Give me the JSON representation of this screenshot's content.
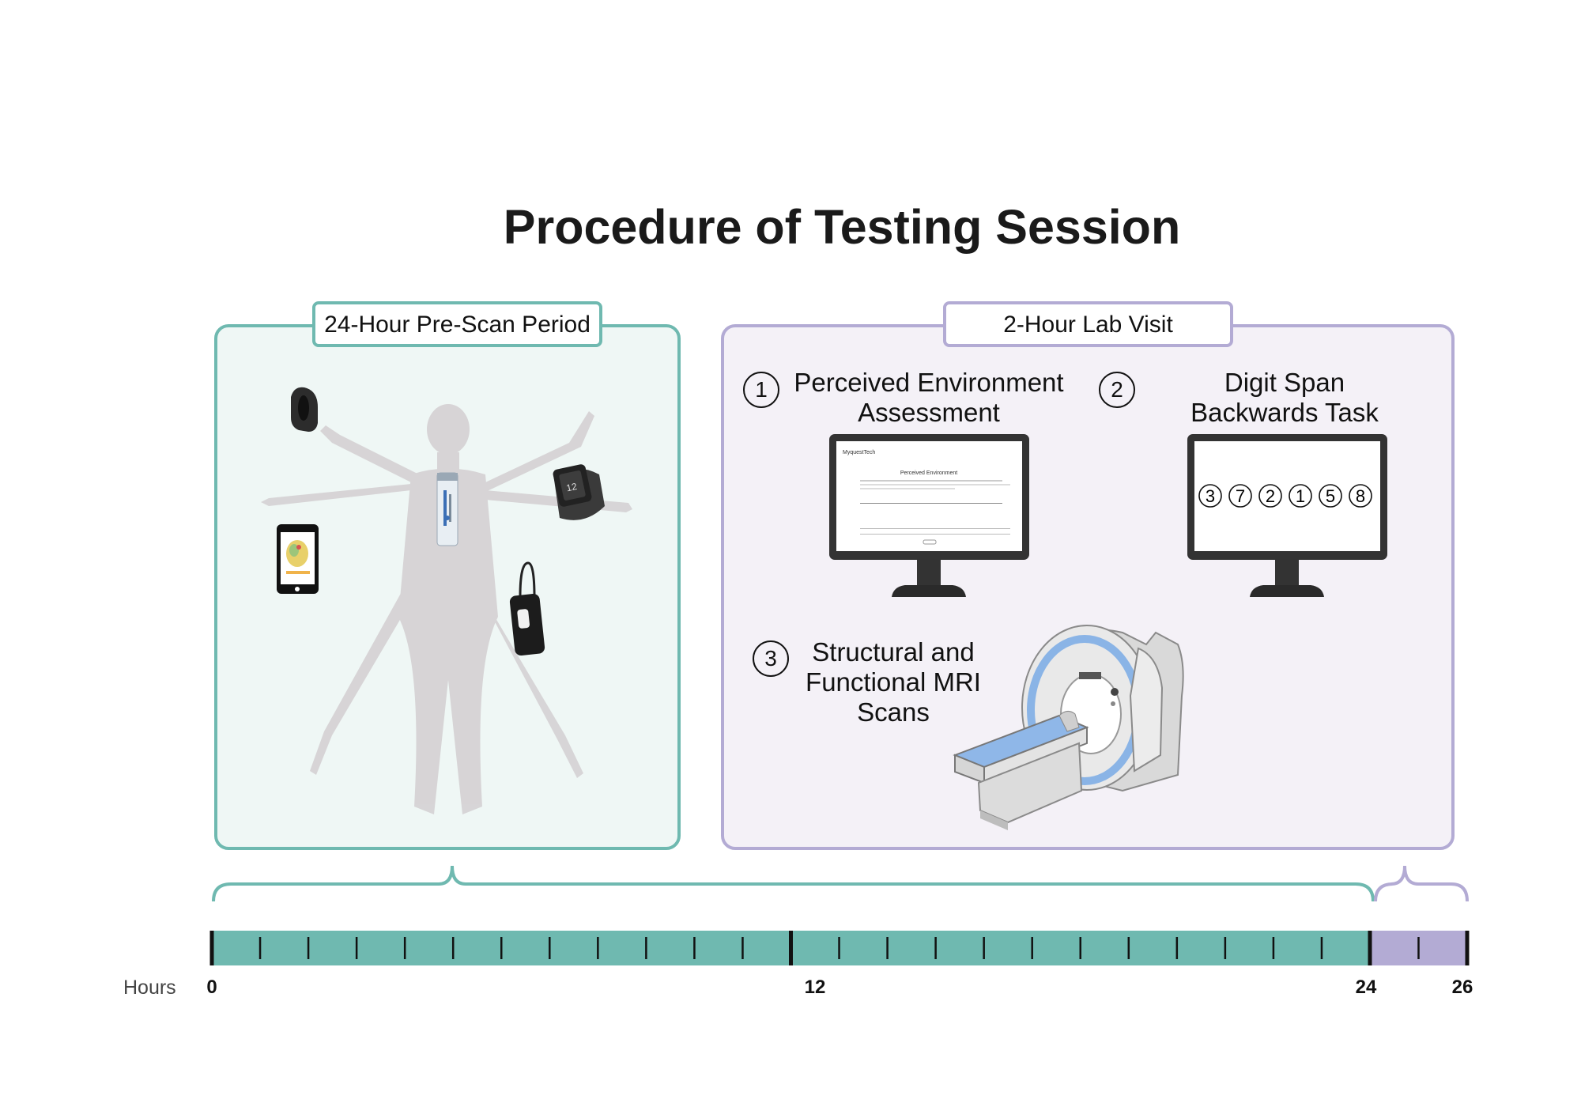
{
  "title": "Procedure of Testing Session",
  "pre_scan": {
    "tab_label": "24-Hour Pre-Scan Period",
    "devices": [
      "ring-icon",
      "smartwatch-icon",
      "phone-app-icon",
      "light-sensor-icon",
      "gps-tracker-icon"
    ]
  },
  "lab_visit": {
    "tab_label": "2-Hour Lab Visit",
    "steps": [
      {
        "number": "1",
        "label": "Perceived Environment Assessment"
      },
      {
        "number": "2",
        "label": "Digit Span Backwards Task"
      },
      {
        "number": "3",
        "label": "Structural and Functional MRI Scans"
      }
    ],
    "digit_sequence": [
      "3",
      "7",
      "2",
      "1",
      "5",
      "8"
    ],
    "monitor_heading": "Perceived Environment"
  },
  "timeline": {
    "label": "Hours",
    "start": 0,
    "end": 26,
    "major_ticks": [
      "0",
      "12",
      "24",
      "26"
    ],
    "colors": {
      "pre_scan": "#6fb9b0",
      "lab_visit": "#b3abd4"
    }
  }
}
